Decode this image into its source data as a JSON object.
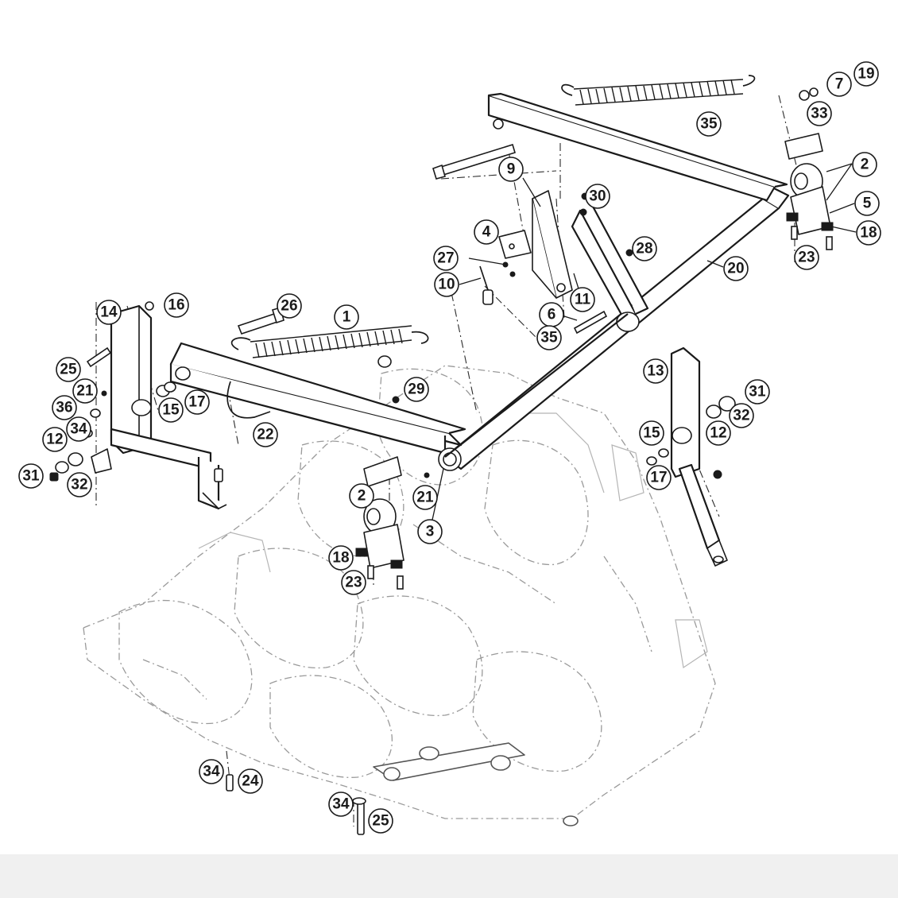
{
  "callouts": {
    "c1": "1",
    "c2a": "2",
    "c2b": "2",
    "c3": "3",
    "c4": "4",
    "c5": "5",
    "c6": "6",
    "c7": "7",
    "c9": "9",
    "c10": "10",
    "c11": "11",
    "c12a": "12",
    "c12b": "12",
    "c13": "13",
    "c14": "14",
    "c15a": "15",
    "c15b": "15",
    "c16": "16",
    "c17a": "17",
    "c17b": "17",
    "c18a": "18",
    "c18b": "18",
    "c19": "19",
    "c20": "20",
    "c21a": "21",
    "c21b": "21",
    "c22": "22",
    "c23a": "23",
    "c23b": "23",
    "c24": "24",
    "c25a": "25",
    "c25b": "25",
    "c26": "26",
    "c27": "27",
    "c28": "28",
    "c29": "29",
    "c30": "30",
    "c31a": "31",
    "c31b": "31",
    "c32a": "32",
    "c32b": "32",
    "c33": "33",
    "c34a": "34",
    "c34b": "34",
    "c34c": "34",
    "c35a": "35",
    "c35b": "35",
    "c36": "36"
  },
  "colors": {
    "line": "#1a1a1a",
    "background": "#ffffff",
    "deck_outline": "#9a9a9a"
  }
}
